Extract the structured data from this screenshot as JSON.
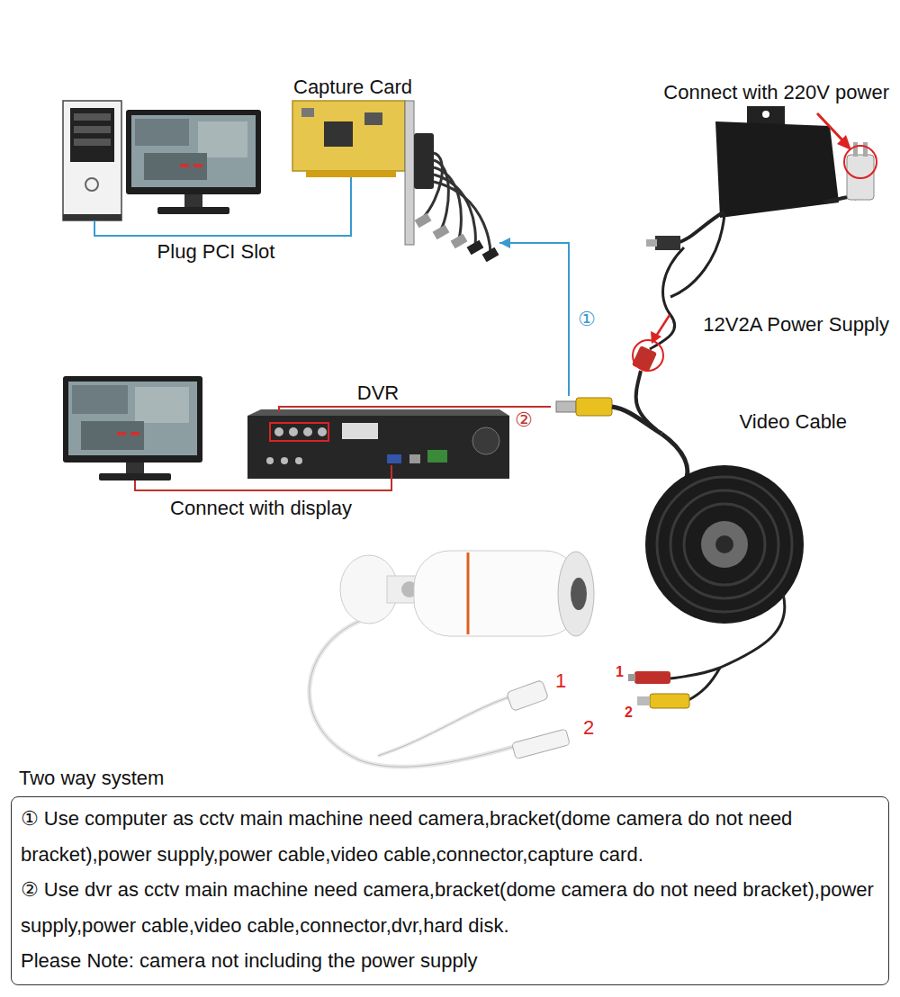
{
  "diagram": {
    "nodes": [
      {
        "text": [
          "Capture Card"
        ]
      },
      {
        "text": [
          "Connect with 220V power",
          "12V2A Power Supply"
        ]
      },
      {
        "text": [
          "DVR"
        ]
      },
      {
        "text": [
          "Video Cable"
        ]
      },
      {
        "text": [
          "Two way system",
          "① Use computer as cctv main machine need camera,bracket(dome camera do not need bracket),power supply,power cable,video cable,connector,capture card.",
          "② Use dvr as cctv main machine need camera,bracket(dome camera do not need bracket),power supply,power cable,video cable,connector,dvr,hard disk.",
          "Please Note: camera not including the power supply"
        ]
      }
    ],
    "edges": [
      {
        "from": 3,
        "to": 0,
        "arrow": "to",
        "label": "①"
      },
      {
        "from": 3,
        "to": 2,
        "arrow": "none",
        "label": "②"
      }
    ],
    "labels": [
      "Plug PCI Slot",
      "Connect with display",
      "1",
      "2",
      "1",
      "2"
    ]
  }
}
